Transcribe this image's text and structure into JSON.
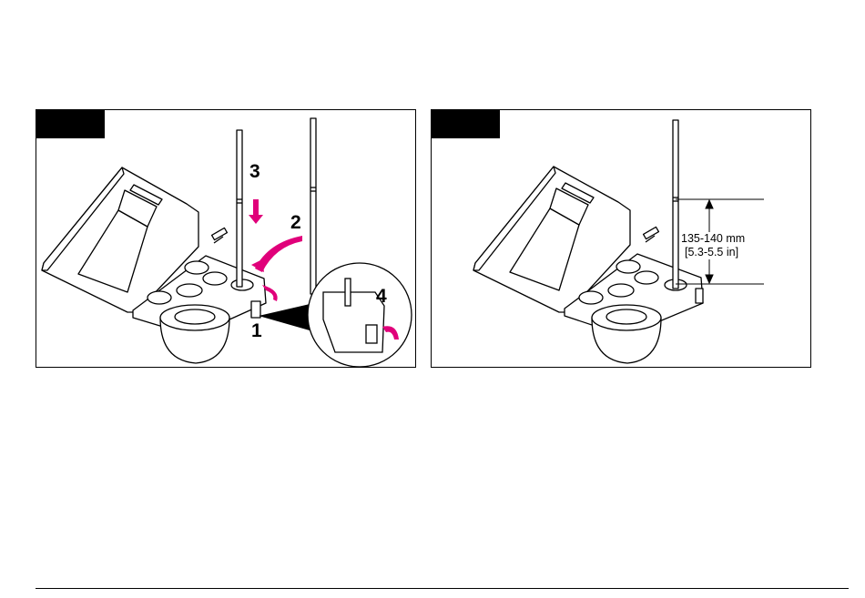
{
  "figures": [
    {
      "id": "figure-1",
      "callouts": [
        "1",
        "2",
        "3",
        "4"
      ],
      "colors": {
        "arrow": "#e0007a",
        "line": "#000000",
        "fill": "#ffffff"
      }
    },
    {
      "id": "figure-2",
      "dimension": {
        "metric": "135-140 mm",
        "imperial": "[5.3-5.5 in]"
      }
    }
  ]
}
